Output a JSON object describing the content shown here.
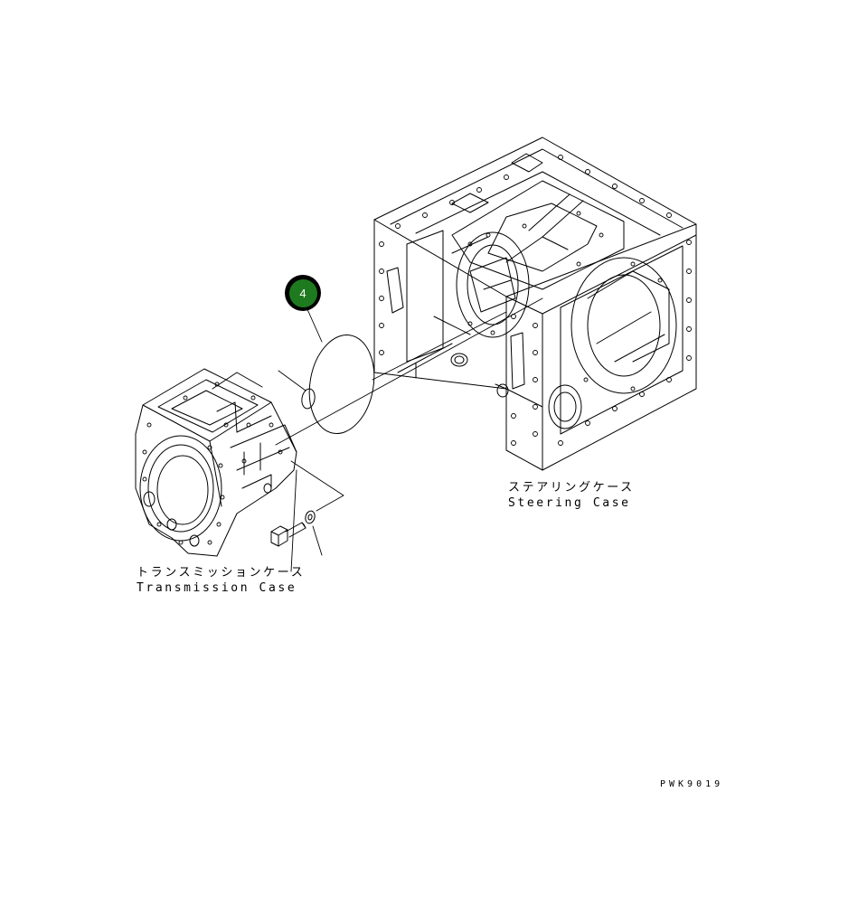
{
  "callouts": [
    {
      "number": "4",
      "part": "gasket",
      "color": "#1e7a1e"
    }
  ],
  "labels": {
    "steering_case_jp": "ステアリングケース",
    "steering_case_en": "Steering Case",
    "transmission_case_jp": "トランスミッションケース",
    "transmission_case_en": "Transmission Case"
  },
  "drawing_number": "PWK9019"
}
